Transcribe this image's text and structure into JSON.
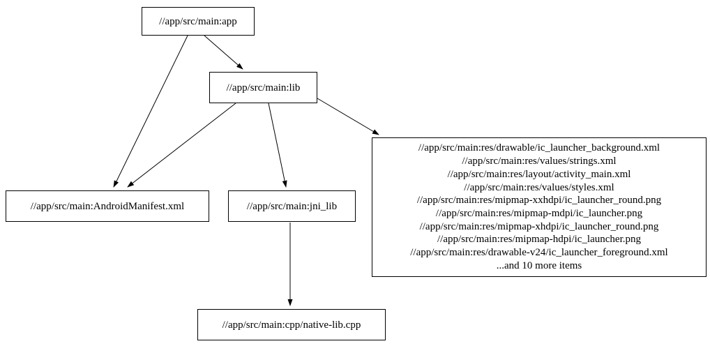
{
  "diagram": {
    "background_color": "#ffffff",
    "node_border_color": "#000000",
    "edge_color": "#000000",
    "nodes": {
      "app": {
        "label": "//app/src/main:app"
      },
      "lib": {
        "label": "//app/src/main:lib"
      },
      "android_manifest": {
        "label": "//app/src/main:AndroidManifest.xml"
      },
      "jni_lib": {
        "label": "//app/src/main:jni_lib"
      },
      "cpp_native_lib": {
        "label": "//app/src/main:cpp/native-lib.cpp"
      },
      "res_group": {
        "lines": [
          "//app/src/main:res/drawable/ic_launcher_background.xml",
          "//app/src/main:res/values/strings.xml",
          "//app/src/main:res/layout/activity_main.xml",
          "//app/src/main:res/values/styles.xml",
          "//app/src/main:res/mipmap-xxhdpi/ic_launcher_round.png",
          "//app/src/main:res/mipmap-mdpi/ic_launcher.png",
          "//app/src/main:res/mipmap-xhdpi/ic_launcher_round.png",
          "//app/src/main:res/mipmap-hdpi/ic_launcher.png",
          "//app/src/main:res/drawable-v24/ic_launcher_foreground.xml",
          "...and 10 more items"
        ]
      }
    },
    "edges": [
      {
        "from": "app",
        "to": "lib"
      },
      {
        "from": "app",
        "to": "android_manifest"
      },
      {
        "from": "lib",
        "to": "android_manifest"
      },
      {
        "from": "lib",
        "to": "jni_lib"
      },
      {
        "from": "lib",
        "to": "res_group"
      },
      {
        "from": "jni_lib",
        "to": "cpp_native_lib"
      }
    ]
  }
}
